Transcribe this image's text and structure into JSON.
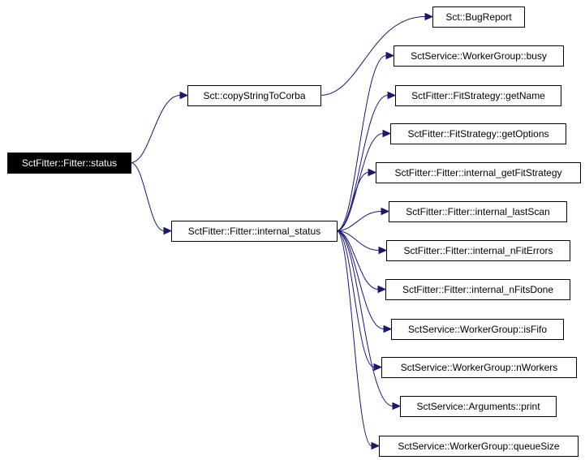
{
  "colors": {
    "edge": "#191970",
    "root_fill": "#000000",
    "root_text": "#ffffff",
    "node_border": "#000000"
  },
  "nodes": [
    {
      "id": "root",
      "label": "SctFitter::Fitter::status"
    },
    {
      "id": "copy",
      "label": "Sct::copyStringToCorba"
    },
    {
      "id": "istatus",
      "label": "SctFitter::Fitter::internal_status"
    },
    {
      "id": "bug",
      "label": "Sct::BugReport"
    },
    {
      "id": "busy",
      "label": "SctService::WorkerGroup::busy"
    },
    {
      "id": "getname",
      "label": "SctFitter::FitStrategy::getName"
    },
    {
      "id": "getopts",
      "label": "SctFitter::FitStrategy::getOptions"
    },
    {
      "id": "getfs",
      "label": "SctFitter::Fitter::internal_getFitStrategy"
    },
    {
      "id": "lastscan",
      "label": "SctFitter::Fitter::internal_lastScan"
    },
    {
      "id": "nfiterr",
      "label": "SctFitter::Fitter::internal_nFitErrors"
    },
    {
      "id": "nfitsdone",
      "label": "SctFitter::Fitter::internal_nFitsDone"
    },
    {
      "id": "isfifo",
      "label": "SctService::WorkerGroup::isFifo"
    },
    {
      "id": "nworkers",
      "label": "SctService::WorkerGroup::nWorkers"
    },
    {
      "id": "print",
      "label": "SctService::Arguments::print"
    },
    {
      "id": "qsize",
      "label": "SctService::WorkerGroup::queueSize"
    }
  ],
  "edges": [
    {
      "from": "root",
      "to": "copy"
    },
    {
      "from": "root",
      "to": "istatus"
    },
    {
      "from": "copy",
      "to": "bug"
    },
    {
      "from": "istatus",
      "to": "busy"
    },
    {
      "from": "istatus",
      "to": "getname"
    },
    {
      "from": "istatus",
      "to": "getopts"
    },
    {
      "from": "istatus",
      "to": "getfs"
    },
    {
      "from": "istatus",
      "to": "lastscan"
    },
    {
      "from": "istatus",
      "to": "nfiterr"
    },
    {
      "from": "istatus",
      "to": "nfitsdone"
    },
    {
      "from": "istatus",
      "to": "isfifo"
    },
    {
      "from": "istatus",
      "to": "nworkers"
    },
    {
      "from": "istatus",
      "to": "print"
    },
    {
      "from": "istatus",
      "to": "qsize"
    }
  ]
}
